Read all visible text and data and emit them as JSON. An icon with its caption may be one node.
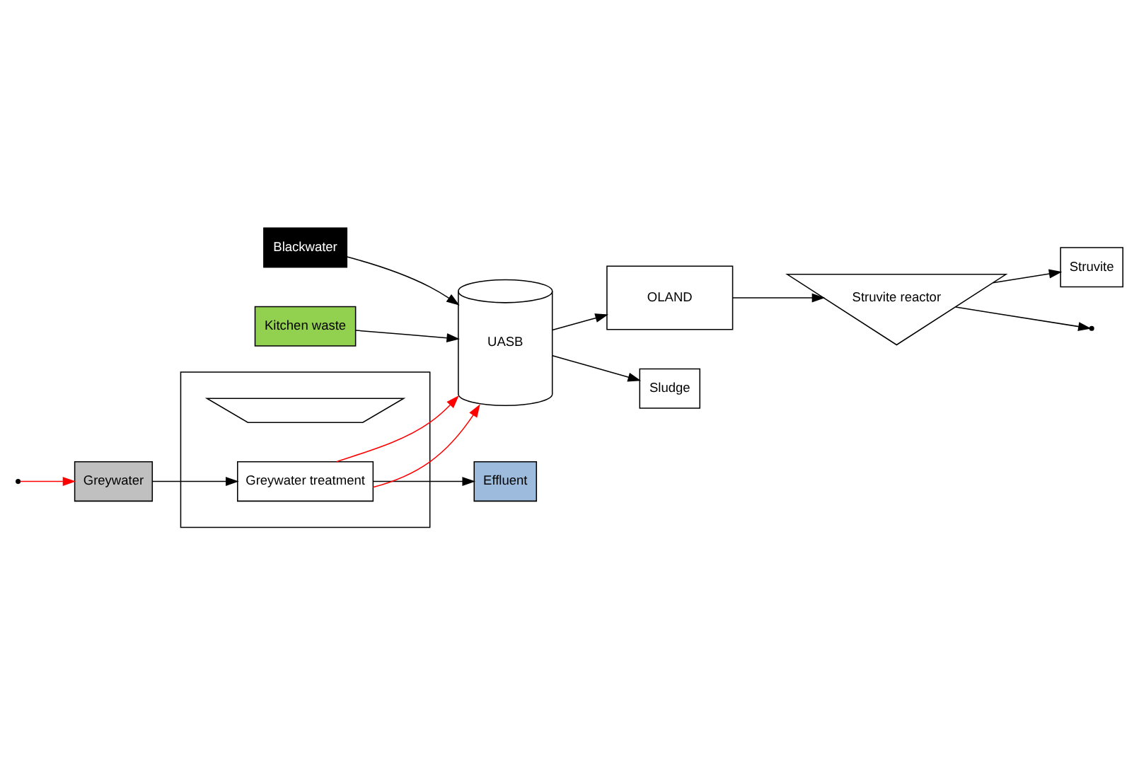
{
  "diagram": {
    "nodes": [
      {
        "text": [
          "Greywater"
        ]
      },
      {
        "text": [],
        "shape": "trapezoid"
      },
      {
        "text": [
          "Greywater treatment"
        ],
        "in": 1
      },
      {
        "text": [
          "Effluent"
        ]
      },
      {
        "text": [
          "UASB"
        ]
      },
      {
        "text": [
          "OLAND"
        ]
      },
      {
        "text": [
          "Struvite reactor"
        ]
      },
      {
        "text": [
          "Blackwater"
        ]
      },
      {
        "text": [
          "Kitchen waste"
        ]
      },
      {
        "text": [
          "Sludge"
        ]
      },
      {
        "text": [
          "Struvite"
        ]
      }
    ],
    "edges": [
      {
        "from": 0,
        "to": 2,
        "arrow": "to"
      },
      {
        "from": 2,
        "to": 3,
        "arrow": "to"
      },
      {
        "from": 2,
        "to": 4,
        "arrow": "to",
        "color": "#ff0000"
      },
      {
        "from": 2,
        "to": 4,
        "arrow": "to",
        "color": "#ff0000"
      },
      {
        "from": 7,
        "to": 4,
        "arrow": "to"
      },
      {
        "from": 8,
        "to": 4,
        "arrow": "to"
      },
      {
        "from": 4,
        "to": 5,
        "arrow": "to"
      },
      {
        "from": 4,
        "to": 9,
        "arrow": "to"
      },
      {
        "from": 5,
        "to": 6,
        "arrow": "to"
      },
      {
        "from": 6,
        "to": 10,
        "arrow": "to"
      },
      {
        "from": 6,
        "to": null,
        "arrow": "to"
      },
      {
        "from": null,
        "to": 0,
        "arrow": "to",
        "color": "#ff0000"
      }
    ]
  }
}
